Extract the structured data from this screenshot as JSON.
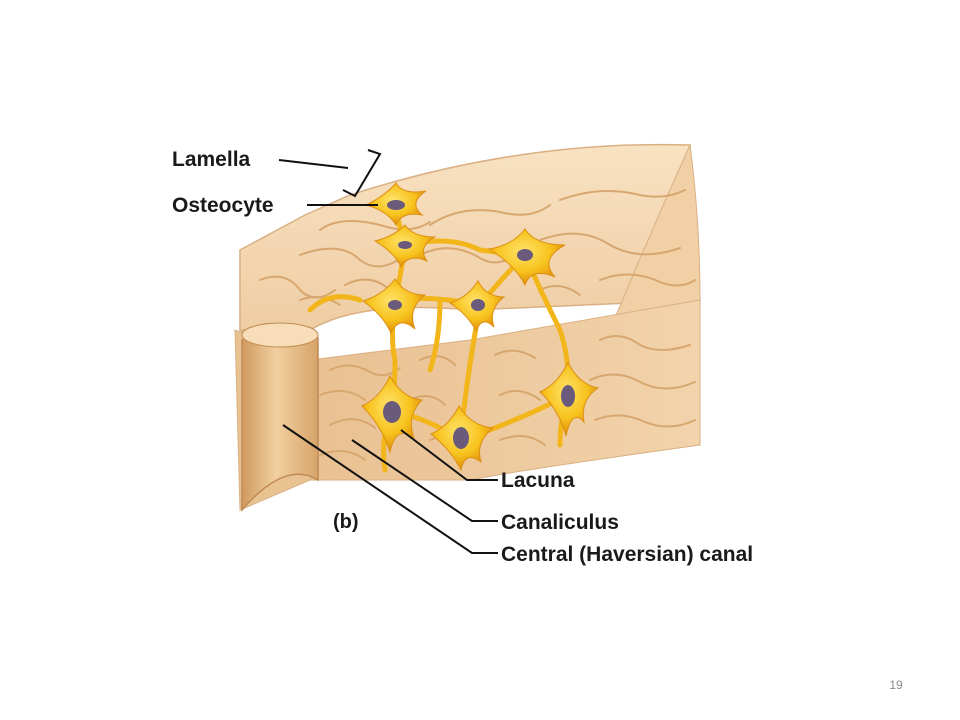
{
  "diagram": {
    "labels": {
      "lamella": "Lamella",
      "osteocyte": "Osteocyte",
      "lacuna": "Lacuna",
      "canaliculus": "Canaliculus",
      "central_canal": "Central (Haversian) canal"
    },
    "panel_label": "(b)"
  },
  "colors": {
    "bone_light": "#f6dcb8",
    "bone_mid": "#ecc598",
    "bone_shadow": "#d9a872",
    "cell_yellow": "#f7c21c",
    "cell_orange": "#e79a10",
    "nucleus": "#6a5a7c",
    "leader_line": "#111111"
  },
  "page_number": "19"
}
